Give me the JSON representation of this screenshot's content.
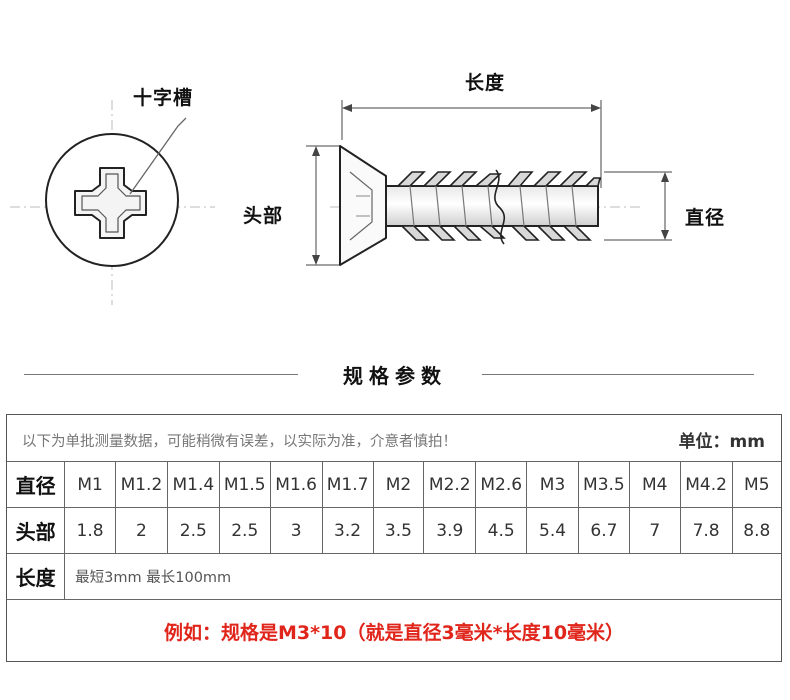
{
  "diagram": {
    "label_slot": "十字槽",
    "label_length": "长度",
    "label_head": "头部",
    "label_diameter": "直径"
  },
  "section_title": "规格参数",
  "notice": {
    "text": "以下为单批测量数据，可能稍微有误差，以实际为准，介意者慎拍！",
    "unit": "单位：mm"
  },
  "table": {
    "diameter_label": "直径",
    "head_label": "头部",
    "length_label": "长度",
    "diameters": [
      "M1",
      "M1.2",
      "M1.4",
      "M1.5",
      "M1.6",
      "M1.7",
      "M2",
      "M2.2",
      "M2.6",
      "M3",
      "M3.5",
      "M4",
      "M4.2",
      "M5"
    ],
    "heads": [
      "1.8",
      "2",
      "2.5",
      "2.5",
      "3",
      "3.2",
      "3.5",
      "3.9",
      "4.5",
      "5.4",
      "6.7",
      "7",
      "7.8",
      "8.8"
    ],
    "length_value": "最短3mm  最长100mm"
  },
  "example": "例如：规格是M3*10（就是直径3毫米*长度10毫米）",
  "colors": {
    "example_text": "#e0251b",
    "border": "#666666"
  }
}
